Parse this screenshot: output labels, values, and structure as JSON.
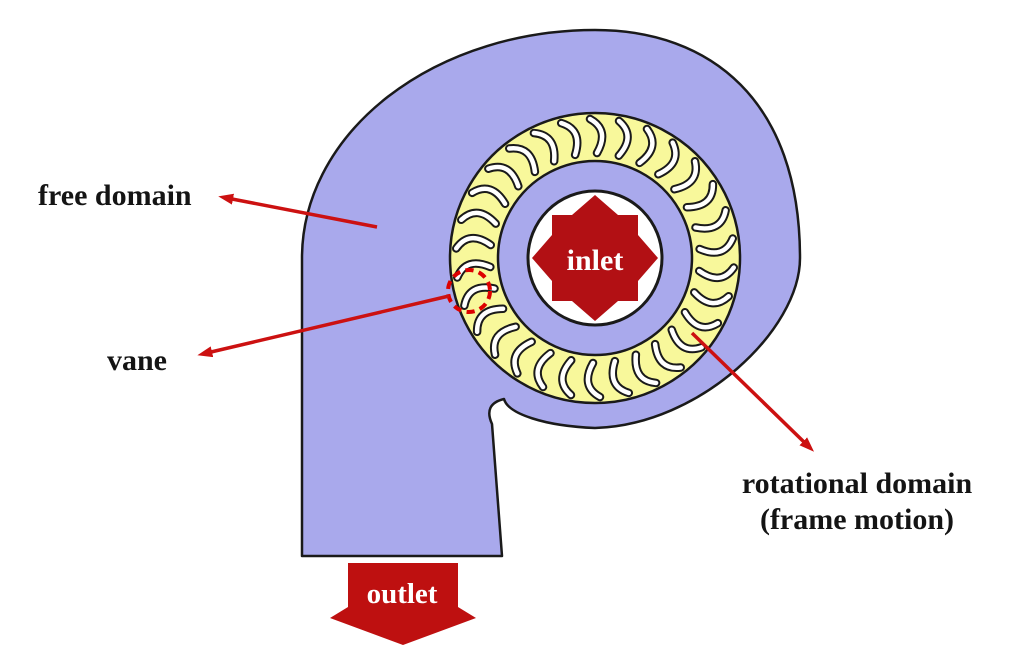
{
  "labels": {
    "free_domain": "free domain",
    "vane": "vane",
    "rotational_domain_line1": "rotational domain",
    "rotational_domain_line2": "(frame motion)",
    "inlet": "inlet",
    "outlet": "outlet"
  },
  "impeller": {
    "vane_count": 30
  },
  "colors": {
    "casing": "#A9A9EC",
    "impeller_ring": "#F8F89B",
    "vane_fill": "#FFFFFF",
    "outline": "#1A1A1A",
    "inlet_arrow": "#B21014",
    "outlet_arrow": "#BE1010",
    "leader_line": "#CC1111",
    "vane_highlight": "#DD0000",
    "label_text": "#141414",
    "inner_label_text": "#FFFFFF"
  }
}
